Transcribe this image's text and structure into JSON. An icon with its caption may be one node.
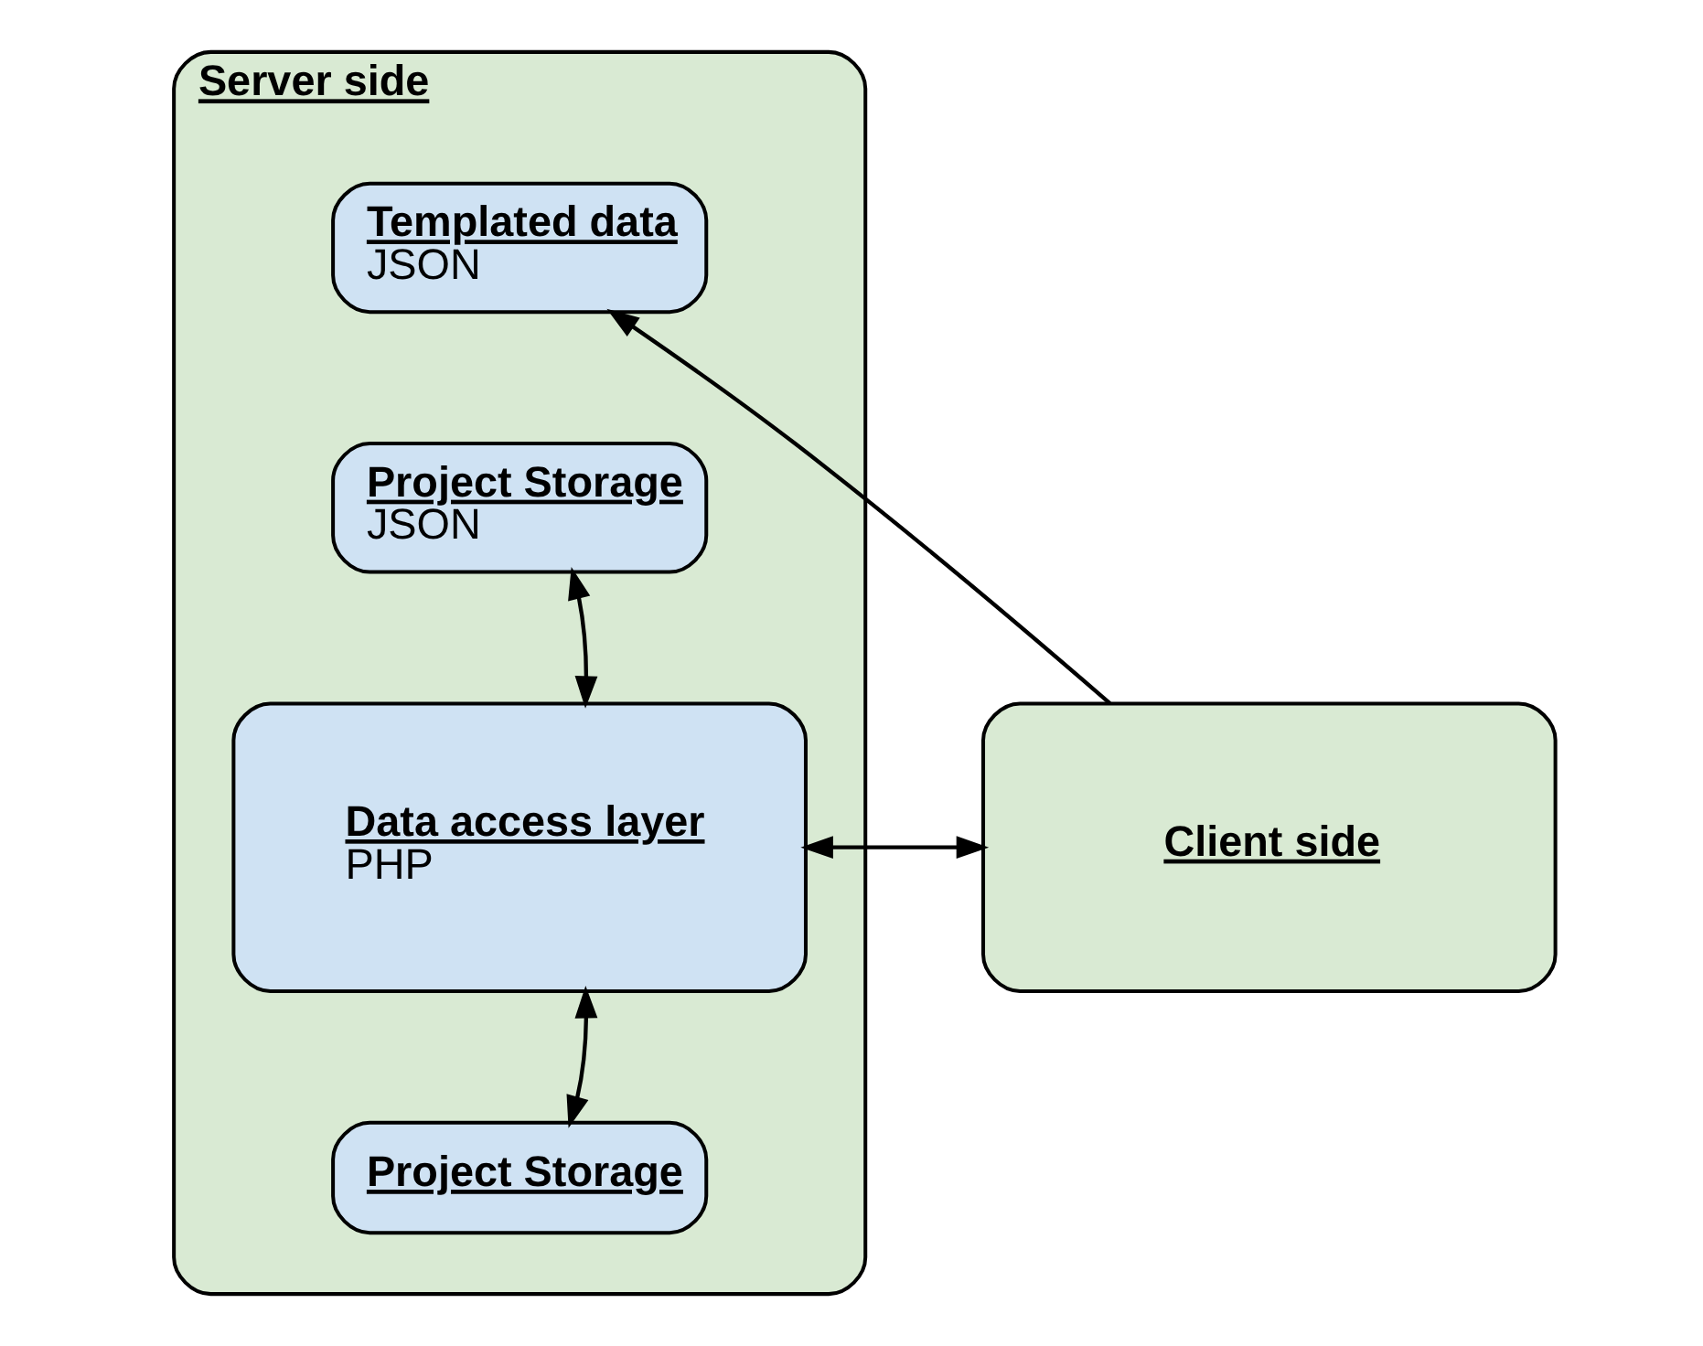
{
  "diagram": {
    "nodes": [
      {
        "text": [
          "Server side"
        ]
      },
      {
        "text": [
          "Templated data",
          "JSON"
        ],
        "in": 0
      },
      {
        "text": [
          "Project Storage",
          "JSON"
        ],
        "in": 0
      },
      {
        "text": [
          "Data access layer",
          "PHP"
        ],
        "in": 0
      },
      {
        "text": [
          "Project Storage"
        ],
        "in": 0
      },
      {
        "text": [
          "Client side"
        ]
      }
    ],
    "edges": [
      {
        "from": 5,
        "to": 1,
        "arrow": "to"
      },
      {
        "from": 2,
        "to": 3,
        "arrow": "both"
      },
      {
        "from": 5,
        "to": 3,
        "arrow": "both"
      },
      {
        "from": 3,
        "to": 4,
        "arrow": "both"
      }
    ]
  }
}
